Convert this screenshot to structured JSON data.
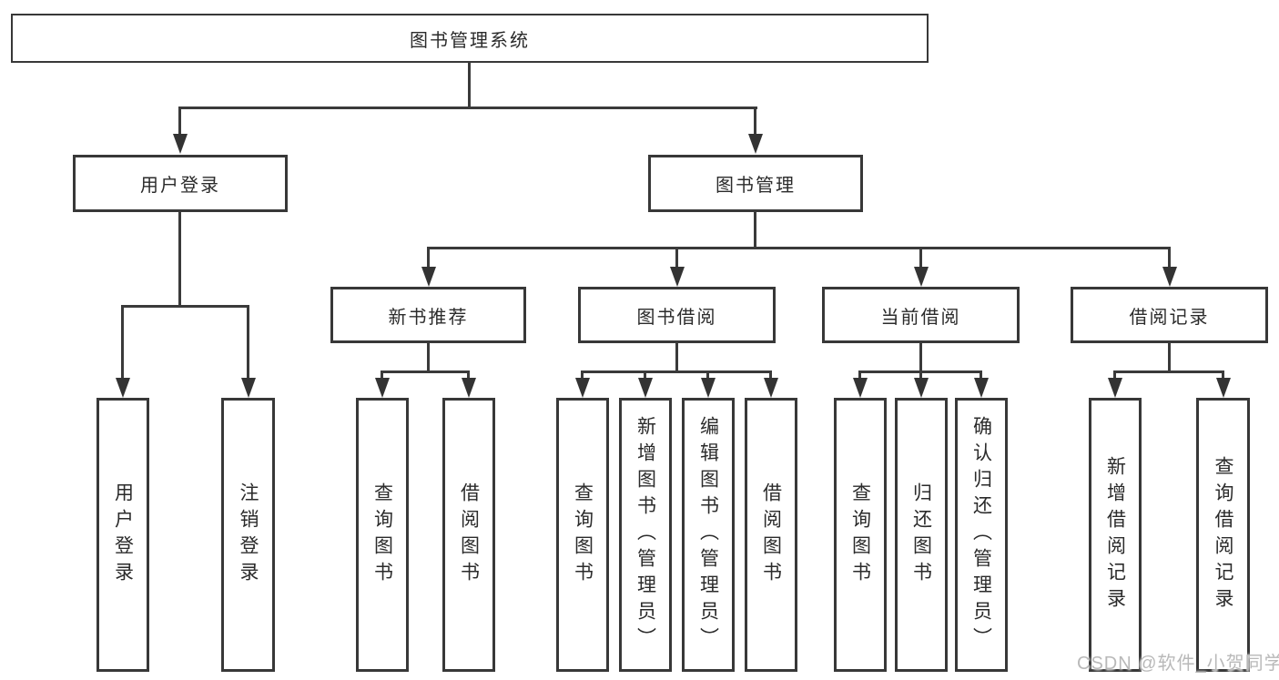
{
  "diagram": {
    "root": {
      "label": "图书管理系统"
    },
    "branches": [
      {
        "label": "用户登录",
        "children": [
          {
            "label": "用户登录"
          },
          {
            "label": "注销登录"
          }
        ]
      },
      {
        "label": "图书管理",
        "children": [
          {
            "label": "新书推荐",
            "children": [
              {
                "label": "查询图书"
              },
              {
                "label": "借阅图书"
              }
            ]
          },
          {
            "label": "图书借阅",
            "children": [
              {
                "label": "查询图书"
              },
              {
                "label": "新增图书（管理员）"
              },
              {
                "label": "编辑图书（管理员）"
              },
              {
                "label": "借阅图书"
              }
            ]
          },
          {
            "label": "当前借阅",
            "children": [
              {
                "label": "查询图书"
              },
              {
                "label": "归还图书"
              },
              {
                "label": "确认归还（管理员）"
              }
            ]
          },
          {
            "label": "借阅记录",
            "children": [
              {
                "label": "新增借阅记录"
              },
              {
                "label": "查询借阅记录"
              }
            ]
          }
        ]
      }
    ]
  },
  "watermark": {
    "text": "CSDN @软件_小贺同学"
  },
  "colors": {
    "background": "#ffffff",
    "box_border": "#383838",
    "line": "#3a3a3a",
    "text": "#2b2b2b",
    "watermark": "#b9b9b9"
  }
}
